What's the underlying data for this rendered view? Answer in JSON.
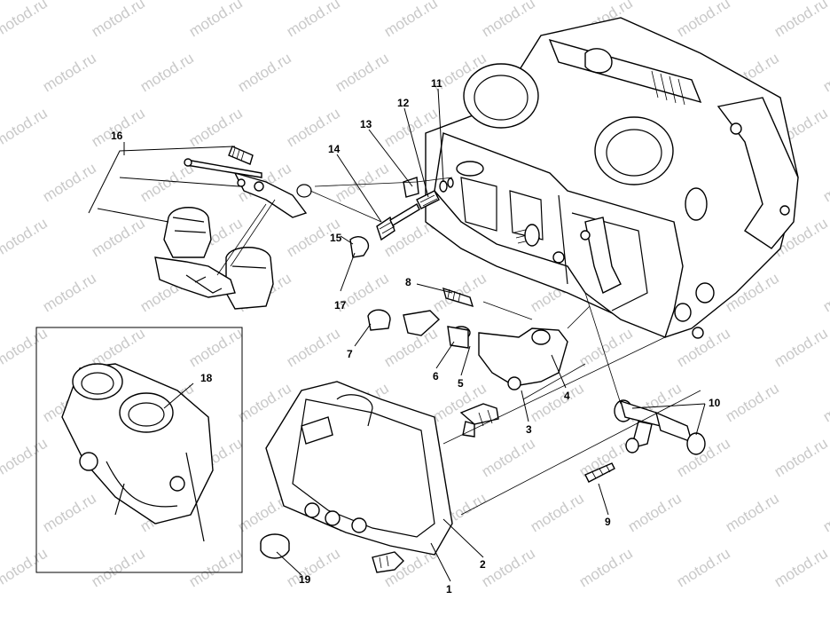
{
  "watermark": "motod.ru",
  "callouts": [
    {
      "id": "1",
      "label": "1"
    },
    {
      "id": "2",
      "label": "2"
    },
    {
      "id": "3",
      "label": "3"
    },
    {
      "id": "4",
      "label": "4"
    },
    {
      "id": "5",
      "label": "5"
    },
    {
      "id": "6",
      "label": "6"
    },
    {
      "id": "7",
      "label": "7"
    },
    {
      "id": "8",
      "label": "8"
    },
    {
      "id": "9",
      "label": "9"
    },
    {
      "id": "10",
      "label": "10"
    },
    {
      "id": "11",
      "label": "11"
    },
    {
      "id": "12",
      "label": "12"
    },
    {
      "id": "13",
      "label": "13"
    },
    {
      "id": "14",
      "label": "14"
    },
    {
      "id": "15",
      "label": "15"
    },
    {
      "id": "16",
      "label": "16"
    },
    {
      "id": "17",
      "label": "17"
    },
    {
      "id": "18",
      "label": "18"
    },
    {
      "id": "19",
      "label": "19"
    }
  ],
  "colors": {
    "line": "#000000",
    "watermark": "#c9c9c9",
    "background": "#ffffff"
  }
}
